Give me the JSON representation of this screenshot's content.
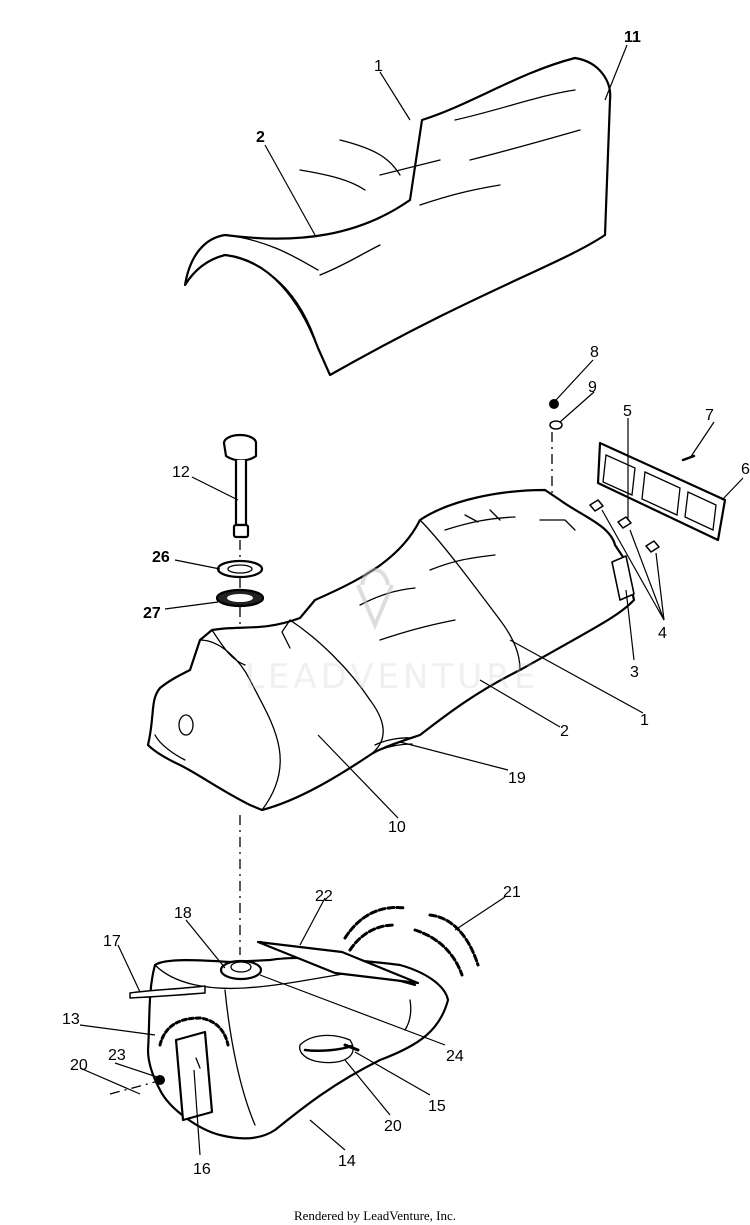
{
  "watermark": "LEADVENTURE",
  "footer": "Rendered by LeadVenture, Inc.",
  "callouts": {
    "c1a": "1",
    "c2a": "2",
    "c11": "11",
    "c8": "8",
    "c9": "9",
    "c5": "5",
    "c7": "7",
    "c6": "6",
    "c12": "12",
    "c26": "26",
    "c27": "27",
    "c4": "4",
    "c3": "3",
    "c1b": "1",
    "c2b": "2",
    "c19": "19",
    "c10": "10",
    "c22": "22",
    "c21": "21",
    "c18": "18",
    "c17": "17",
    "c13": "13",
    "c23": "23",
    "c20a": "20",
    "c24": "24",
    "c15": "15",
    "c20b": "20",
    "c16": "16",
    "c14": "14"
  }
}
